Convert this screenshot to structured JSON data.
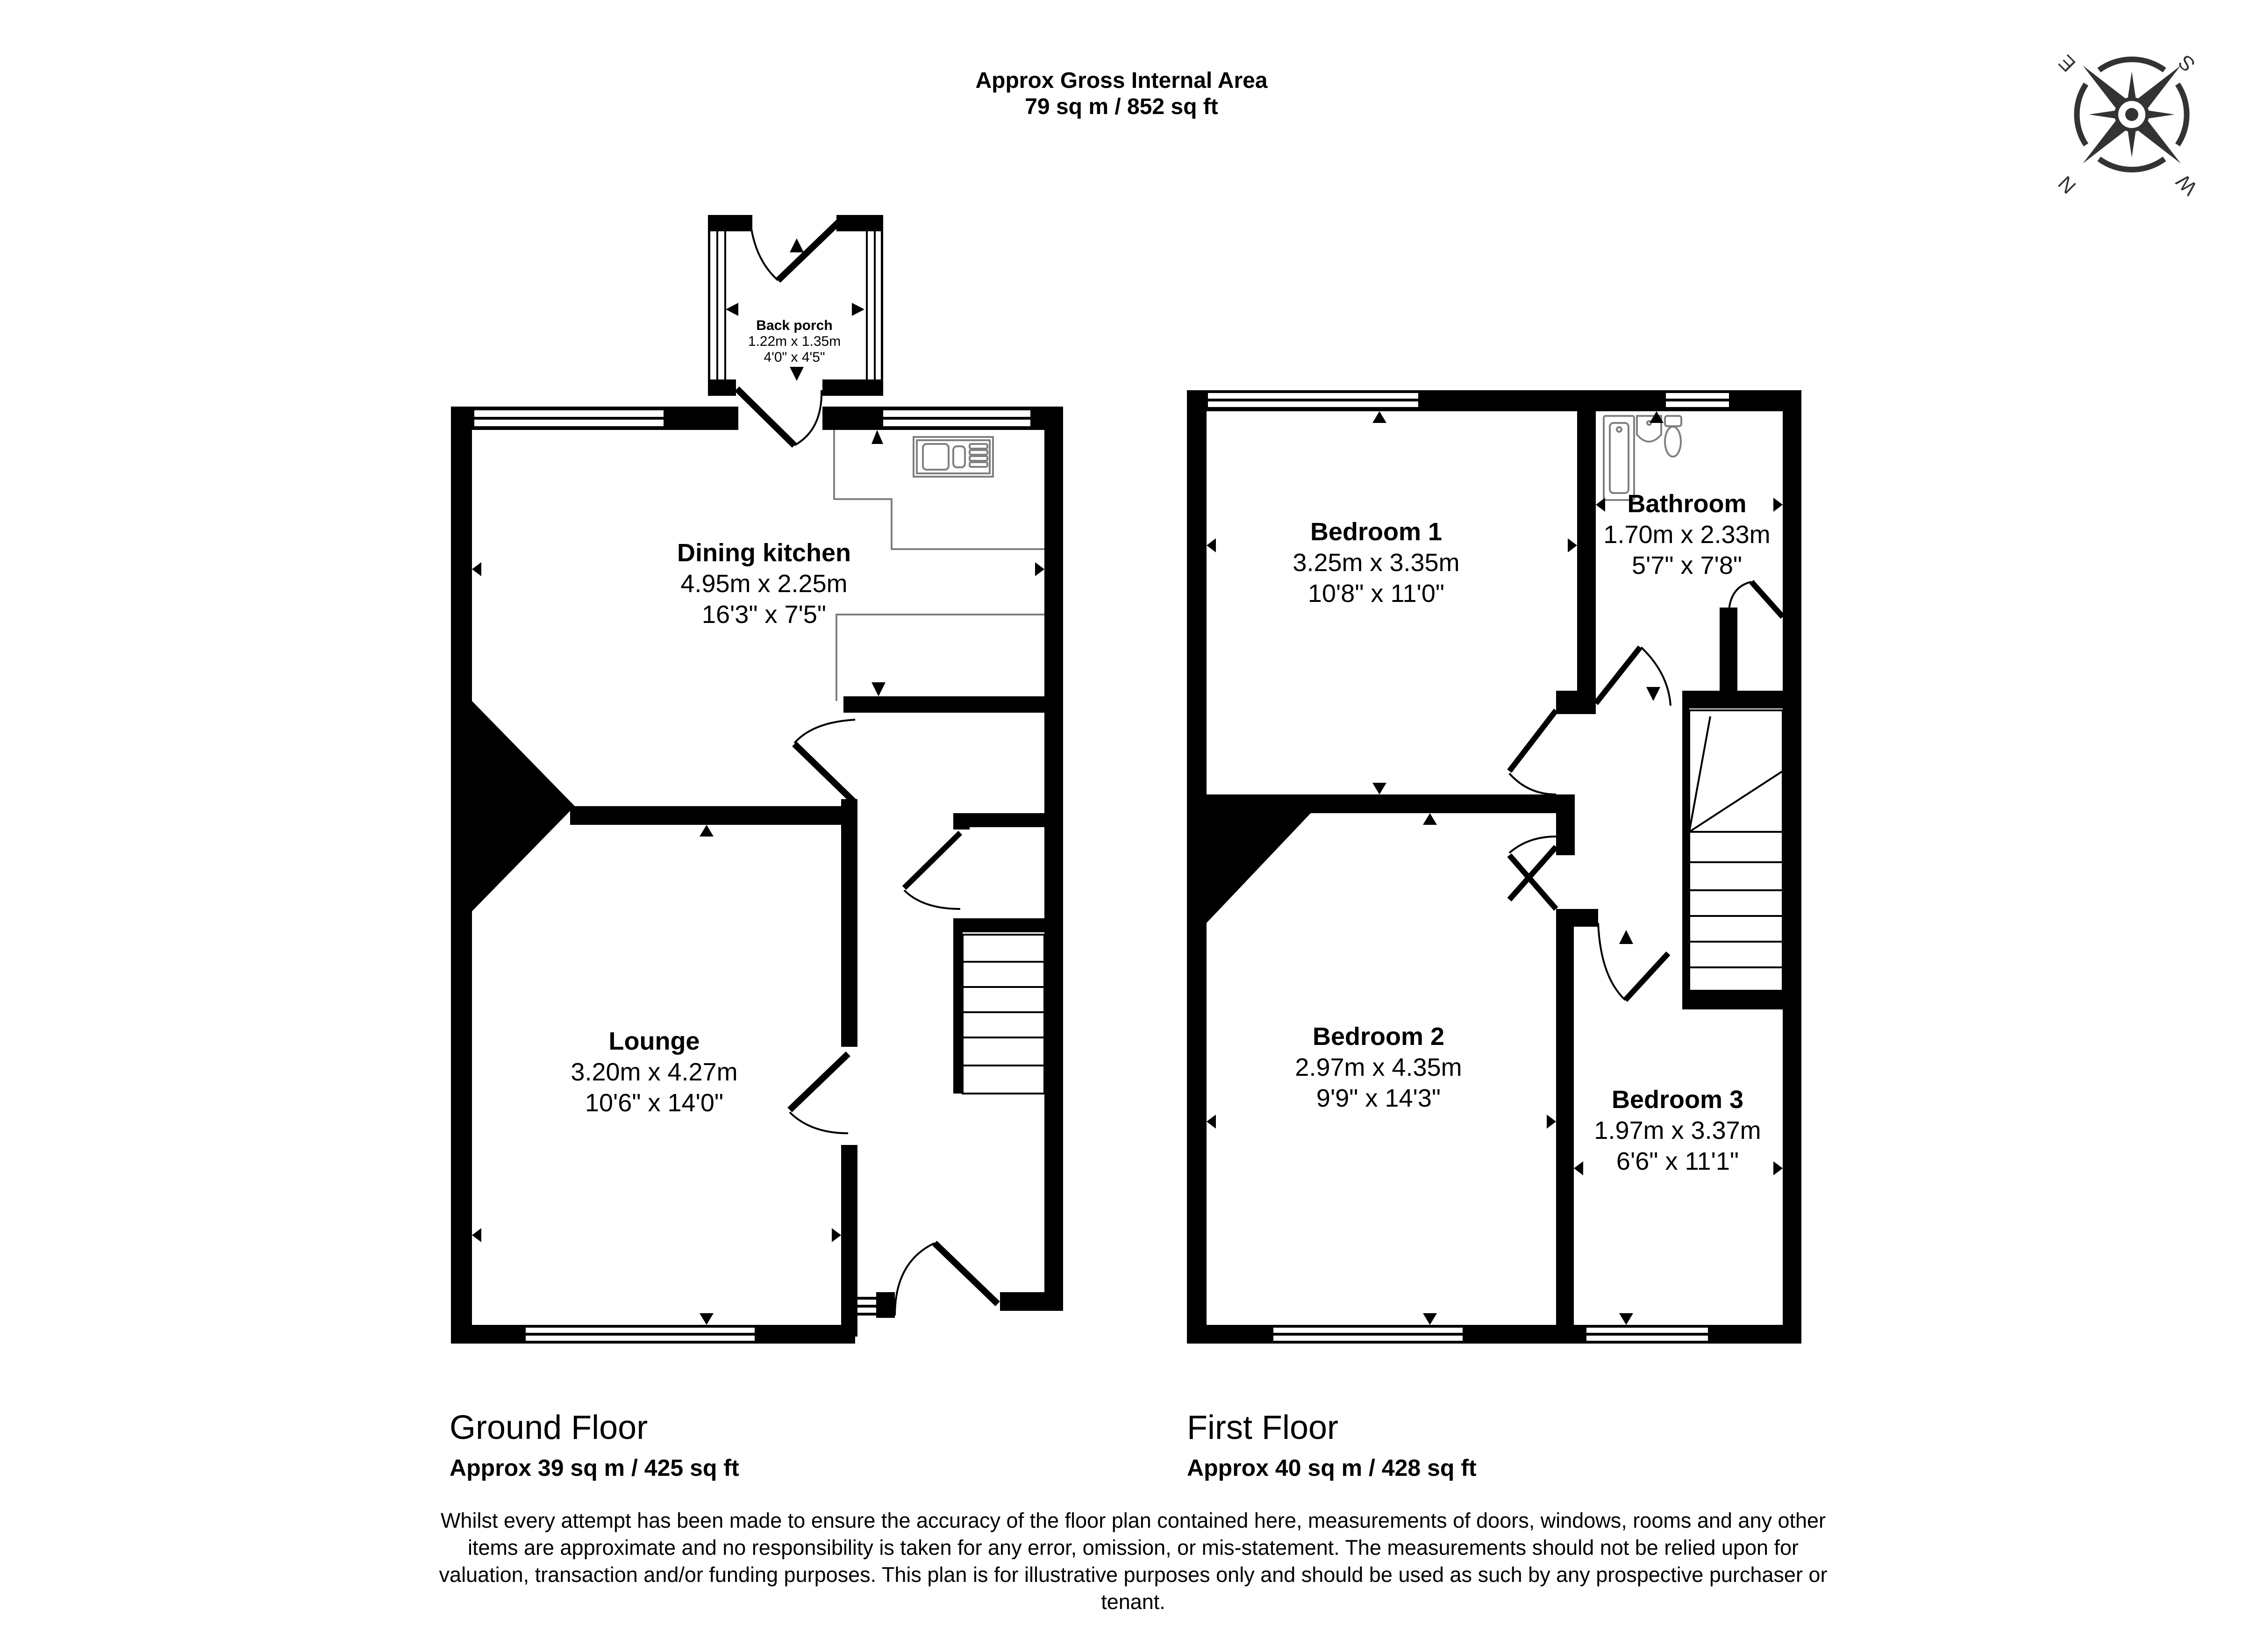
{
  "header": {
    "title_line1": "Approx Gross Internal Area",
    "title_line2": "79 sq m / 852 sq ft"
  },
  "compass": {
    "icon": "compass-rose-icon",
    "labels": {
      "top_left": "E",
      "top_right": "S",
      "bottom_left": "N",
      "bottom_right": "W"
    },
    "color": "#333333"
  },
  "floors": [
    {
      "id": "ground",
      "title": "Ground Floor",
      "area": "Approx 39 sq m / 425 sq ft",
      "rooms": [
        {
          "name": "Back porch",
          "metric": "1.22m x 1.35m",
          "imperial": "4'0\" x 4'5\""
        },
        {
          "name": "Dining kitchen",
          "metric": "4.95m x 2.25m",
          "imperial": "16'3\" x 7'5\""
        },
        {
          "name": "Lounge",
          "metric": "3.20m x 4.27m",
          "imperial": "10'6\" x 14'0\""
        }
      ]
    },
    {
      "id": "first",
      "title": "First Floor",
      "area": "Approx 40 sq m / 428 sq ft",
      "rooms": [
        {
          "name": "Bedroom 1",
          "metric": "3.25m x 3.35m",
          "imperial": "10'8\" x 11'0\""
        },
        {
          "name": "Bathroom",
          "metric": "1.70m x 2.33m",
          "imperial": "5'7\" x 7'8\""
        },
        {
          "name": "Bedroom 2",
          "metric": "2.97m x 4.35m",
          "imperial": "9'9\" x 14'3\""
        },
        {
          "name": "Bedroom 3",
          "metric": "1.97m x 3.37m",
          "imperial": "6'6\" x 11'1\""
        }
      ]
    }
  ],
  "disclaimer": "Whilst every attempt has been made to ensure the accuracy of the floor plan contained here, measurements of doors, windows, rooms and any other items are approximate and no responsibility is taken for any error, omission, or mis-statement. The measurements should not be relied upon for valuation, transaction and/or funding purposes. This plan is for illustrative purposes only and should be used as such by any prospective purchaser or tenant.",
  "colors": {
    "wall": "#000000",
    "fixture": "#808080",
    "background": "#ffffff"
  }
}
